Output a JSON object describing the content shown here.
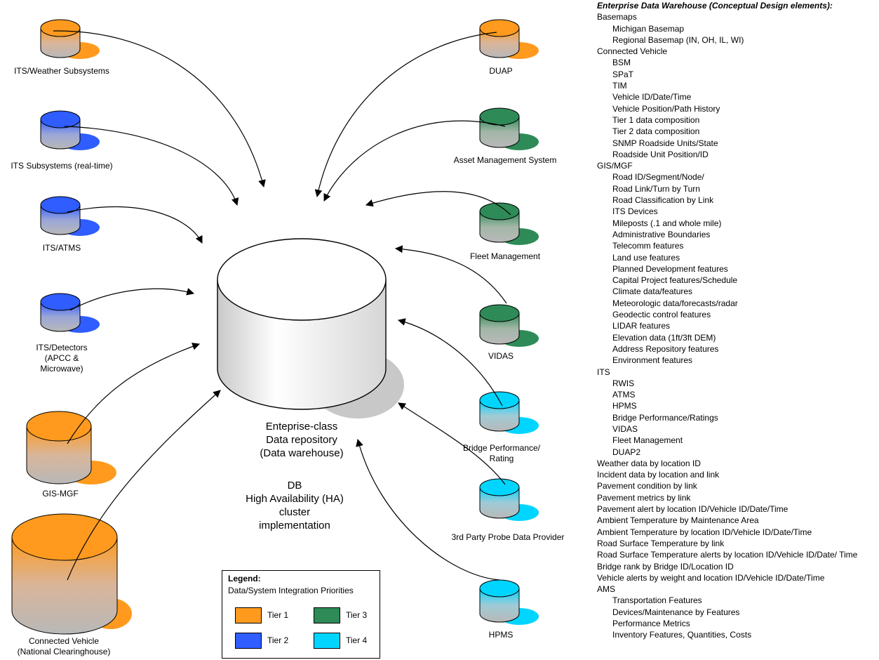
{
  "nodes": {
    "its_weather": "ITS/Weather Subsystems",
    "its_realtime": "ITS Subsystems (real-time)",
    "its_atms": "ITS/ATMS",
    "its_detectors": [
      "ITS/Detectors",
      "(APCC &",
      "Microwave)"
    ],
    "gis_mgf": "GIS-MGF",
    "connected_vehicle": [
      "Connected Vehicle",
      "(National Clearinghouse)"
    ],
    "duap": "DUAP",
    "asset_mgmt": "Asset Management System",
    "fleet_mgmt": "Fleet Management",
    "vidas": "VIDAS",
    "bridge": [
      "Bridge Performance/",
      "Rating"
    ],
    "probe": "3rd Party Probe Data Provider",
    "hpms": "HPMS"
  },
  "center": {
    "lines": [
      "Enteprise-class",
      "Data repository",
      "(Data warehouse)"
    ],
    "db_lines": [
      "DB",
      "High Availability (HA)",
      "cluster",
      "implementation"
    ]
  },
  "legend": {
    "title": "Legend:",
    "subtitle": "Data/System Integration Priorities",
    "tiers": [
      {
        "label": "Tier 1",
        "color": "#ff9a1e"
      },
      {
        "label": "Tier 2",
        "color": "#2f5dff"
      },
      {
        "label": "Tier 3",
        "color": "#2e8b57"
      },
      {
        "label": "Tier 4",
        "color": "#00d5ff"
      }
    ]
  },
  "warehouse": {
    "title": "Enterprise Data Warehouse (Conceptual Design elements):",
    "sections": [
      {
        "name": "Basemaps",
        "items": [
          "Michigan Basemap",
          "Regional Basemap (IN, OH, IL, WI)"
        ]
      },
      {
        "name": "Connected Vehicle",
        "items": [
          "BSM",
          "SPaT",
          "TIM",
          "Vehicle ID/Date/Time",
          "Vehicle Position/Path History",
          "Tier 1 data composition",
          "Tier 2 data composition",
          "SNMP Roadside Units/State",
          "Roadside Unit Position/ID"
        ]
      },
      {
        "name": "GIS/MGF",
        "items": [
          "Road ID/Segment/Node/",
          "Road Link/Turn by Turn",
          "Road Classification by Link",
          "ITS Devices",
          "Mileposts (.1 and whole mile)",
          "Administrative Boundaries",
          "Telecomm features",
          "Land use features",
          "Planned Development features",
          "Capital Project features/Schedule",
          "Climate data/features",
          "Meteorologic data/forecasts/radar",
          "Geodectic control features",
          "LIDAR features",
          "Elevation data (1ft/3ft DEM)",
          "Address Repository features",
          "Environment features"
        ]
      },
      {
        "name": "ITS",
        "items": [
          "RWIS",
          "ATMS",
          "HPMS",
          "Bridge Performance/Ratings",
          "VIDAS",
          "Fleet Management",
          "DUAP2"
        ]
      },
      {
        "name": "Weather data by location ID",
        "items": []
      },
      {
        "name": "Incident data by location and link",
        "items": []
      },
      {
        "name": "Pavement condition by link",
        "items": []
      },
      {
        "name": "Pavement metrics by link",
        "items": []
      },
      {
        "name": "Pavement alert by location ID/Vehicle ID/Date/Time",
        "items": []
      },
      {
        "name": "Ambient Temperature by Maintenance Area",
        "items": []
      },
      {
        "name": "Ambient Temperature by location ID/Vehicle ID/Date/Time",
        "items": []
      },
      {
        "name": "Road Surface Temperature by link",
        "items": []
      },
      {
        "name": "Road Surface Temperature alerts by location ID/Vehicle ID/Date/ Time",
        "items": []
      },
      {
        "name": "Bridge rank by Bridge ID/Location ID",
        "items": []
      },
      {
        "name": "Vehicle alerts by weight and location ID/Vehicle ID/Date/Time",
        "items": []
      },
      {
        "name": "AMS",
        "items": [
          "Transportation Features",
          "Devices/Maintenance by Features",
          "Performance Metrics",
          "Inventory Features, Quantities, Costs"
        ]
      }
    ]
  }
}
